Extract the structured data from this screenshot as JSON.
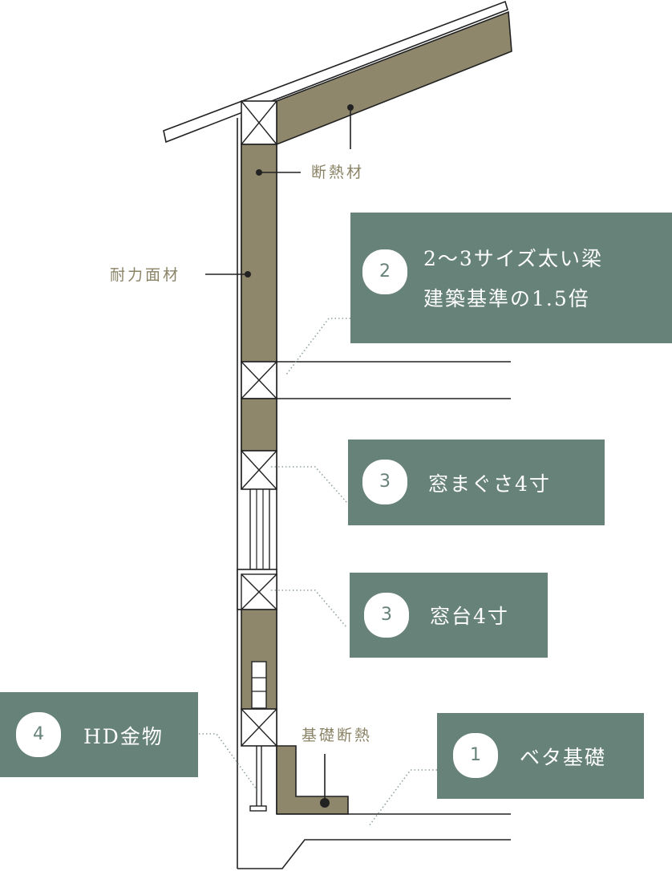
{
  "labels": {
    "insulation": "断熱材",
    "structural_panel": "耐力面材",
    "foundation_insulation": "基礎断熱"
  },
  "callouts": {
    "beam": {
      "number": "2",
      "line1": "2～3サイズ太い梁",
      "line2": "建築基準の1.5倍"
    },
    "window_head": {
      "number": "3",
      "text": "窓まぐさ4寸"
    },
    "window_sill": {
      "number": "3",
      "text": "窓台4寸"
    },
    "hd_hardware": {
      "number": "4",
      "text": "HD金物"
    },
    "foundation": {
      "number": "1",
      "text": "ベタ基礎"
    }
  },
  "colors": {
    "callout_bg": "#678279",
    "insulation_fill": "#8e876c",
    "label_text": "#8a8366",
    "line": "#222222"
  }
}
